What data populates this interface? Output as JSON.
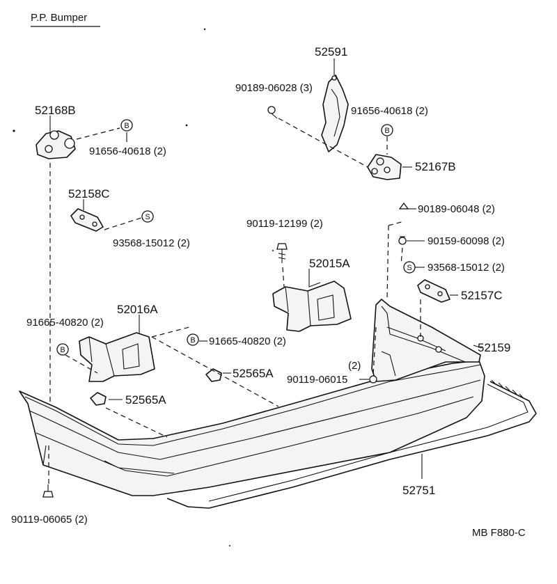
{
  "title": "P.P. Bumper",
  "figure_code": "MB F880-C",
  "parts": {
    "p52591": "52591",
    "p90189_06028": "90189-06028 (3)",
    "p91656_40618_right": "91656-40618 (2)",
    "p52168B": "52168B",
    "p91656_40618_left": "91656-40618 (2)",
    "p52167B": "52167B",
    "p52158C": "52158C",
    "p93568_15012_left": "93568-15012 (2)",
    "p90189_06048": "90189-06048 (2)",
    "p90119_12199": "90119-12199 (2)",
    "p90159_60098": "90159-60098 (2)",
    "p52015A": "52015A",
    "p93568_15012_right": "93568-15012 (2)",
    "p52157C": "52157C",
    "p52016A": "52016A",
    "p91665_40820_left": "91665-40820 (2)",
    "p91665_40820_mid": "91665-40820 (2)",
    "p52159": "52159",
    "p52565A_mid": "52565A",
    "p52565A_left": "52565A",
    "qty_90119_06015": "(2)",
    "p90119_06015": "90119-06015",
    "p52751": "52751",
    "p90119_06065": "90119-06065 (2)"
  },
  "symbols": {
    "b": "B",
    "s": "S"
  }
}
